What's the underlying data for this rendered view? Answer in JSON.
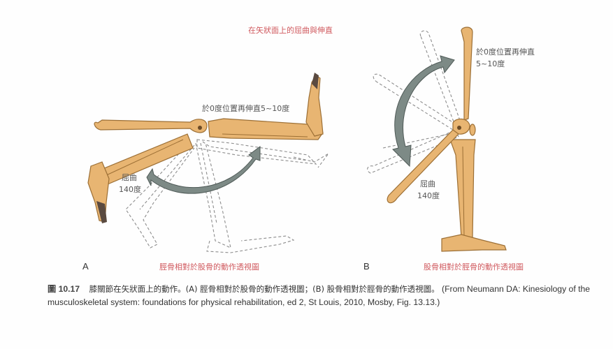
{
  "figure": {
    "title": "在矢狀面上的屈曲與伸直",
    "panel_a": {
      "letter": "A",
      "subtitle": "脛骨相對於股骨的動作透視圖",
      "extension_label": "於0度位置再伸直5~10度",
      "flexion_label_line1": "屈曲",
      "flexion_label_line2": "140度"
    },
    "panel_b": {
      "letter": "B",
      "subtitle": "股骨相對於脛骨的動作透視圖",
      "extension_label_line1": "於0度位置再伸直",
      "extension_label_line2": "5~10度",
      "flexion_label_line1": "屈曲",
      "flexion_label_line2": "140度"
    },
    "colors": {
      "bone_fill": "#e8b572",
      "bone_outline": "#9c6f35",
      "arrow_fill": "#7d8a86",
      "arrow_outline": "#4f5a57",
      "dashed_outline": "#8d8d8d",
      "label_red": "#d0595e"
    }
  },
  "caption": {
    "figure_number": "圖 10.17",
    "text_zh": "膝關節在矢狀面上的動作。(A) 脛骨相對於股骨的動作透視圖；(B) 股骨相對於脛骨的動作透視圖。",
    "citation": "(From Neumann DA: Kinesiology of the musculoskeletal system: foundations for physical rehabilitation, ed 2, St Louis, 2010, Mosby, Fig. 13.13.)"
  }
}
